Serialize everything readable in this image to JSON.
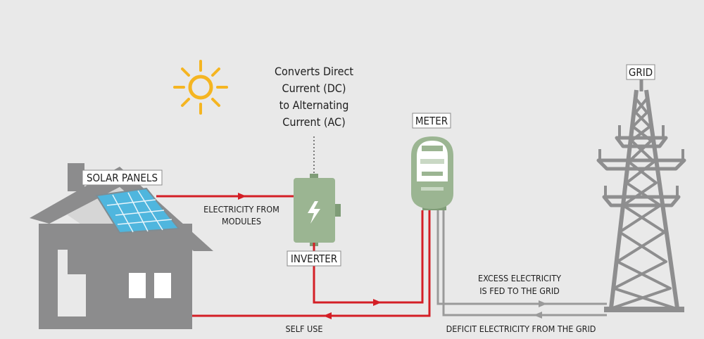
{
  "colors": {
    "background": "#e9e9e9",
    "house": "#8c8c8d",
    "device": "#9bb592",
    "device_dark": "#7f9c77",
    "dc_line": "#d41f26",
    "grid_line": "#9a9a9a",
    "sun": "#f5b521",
    "panel": "#4fb6de",
    "tower": "#8e8e8f"
  },
  "icons": {
    "sun": "sun-icon",
    "house": "house-icon",
    "solar_panel": "solar-panel-icon",
    "inverter": "inverter-lightning-icon",
    "meter": "electric-meter-icon",
    "tower": "transmission-tower-icon"
  },
  "labels": {
    "solar_panels": "SOLAR PANELS",
    "inverter": "INVERTER",
    "meter": "METER",
    "grid": "GRID"
  },
  "converter_note": [
    "Converts Direct",
    "Current (DC)",
    "to Alternating",
    "Current (AC)"
  ],
  "flows": {
    "from_modules": [
      "ELECTRICITY FROM",
      "MODULES"
    ],
    "self_use": "SELF USE",
    "excess": [
      "EXCESS ELECTRICITY",
      "IS FED TO THE GRID"
    ],
    "deficit": "DEFICIT ELECTRICITY FROM THE GRID"
  }
}
